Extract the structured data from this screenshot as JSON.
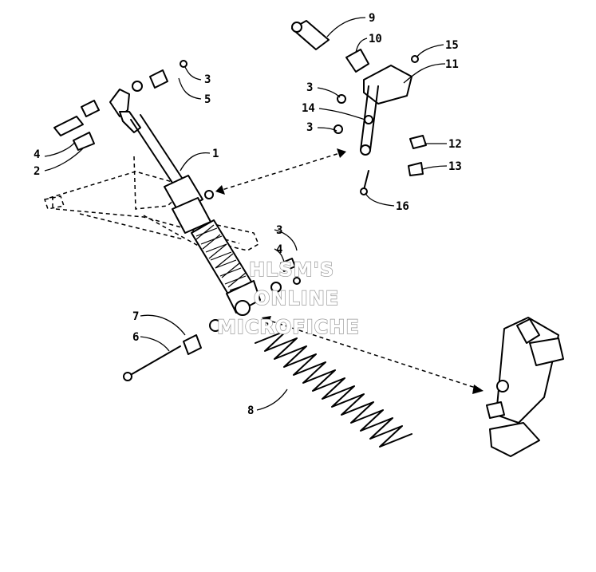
{
  "watermark": {
    "line1": "HLSM'S",
    "line2": "ONLINE",
    "line3": "MICROFICHE"
  },
  "callouts": [
    {
      "id": "c1",
      "text": "1"
    },
    {
      "id": "c2",
      "text": "2"
    },
    {
      "id": "c3a",
      "text": "3"
    },
    {
      "id": "c3b",
      "text": "3"
    },
    {
      "id": "c3c",
      "text": "3"
    },
    {
      "id": "c3d",
      "text": "3"
    },
    {
      "id": "c4a",
      "text": "4"
    },
    {
      "id": "c4b",
      "text": "4"
    },
    {
      "id": "c5",
      "text": "5"
    },
    {
      "id": "c6",
      "text": "6"
    },
    {
      "id": "c7",
      "text": "7"
    },
    {
      "id": "c8",
      "text": "8"
    },
    {
      "id": "c9",
      "text": "9"
    },
    {
      "id": "c10",
      "text": "10"
    },
    {
      "id": "c11",
      "text": "11"
    },
    {
      "id": "c12",
      "text": "12"
    },
    {
      "id": "c13",
      "text": "13"
    },
    {
      "id": "c14",
      "text": "14"
    },
    {
      "id": "c15",
      "text": "15"
    },
    {
      "id": "c16",
      "text": "16"
    }
  ]
}
